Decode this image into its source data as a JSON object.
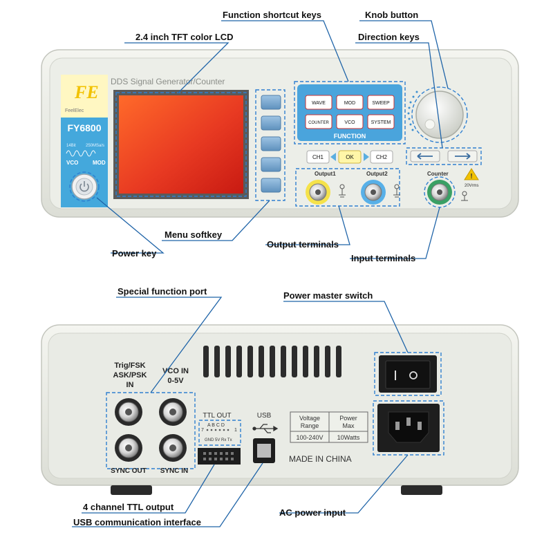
{
  "callouts": {
    "function_shortcut_keys": "Function shortcut keys",
    "knob_button": "Knob button",
    "lcd": "2.4 inch TFT color LCD",
    "direction_keys": "Direction keys",
    "menu_softkey": "Menu softkey",
    "output_terminals": "Output terminals",
    "power_key": "Power key",
    "input_terminals": "Input terminals",
    "special_function_port": "Special function port",
    "power_master_switch": "Power master switch",
    "ttl_output": "4 channel TTL output",
    "ac_power_input": "AC power input",
    "usb_interface": "USB communication interface"
  },
  "front_panel": {
    "brand_logo": "FE",
    "brand_name": "FeelElec",
    "model": "FY6800",
    "bits": "14Bit",
    "sample_rate": "250MSa/s",
    "vco": "VCO",
    "mod": "MOD",
    "title": "DDS Signal Generator/Counter",
    "buttons": {
      "wave": "WAVE",
      "mod": "MOD",
      "sweep": "SWEEP",
      "counter": "COUNTER",
      "vco": "VCO",
      "system": "SYSTEM",
      "function": "FUNCTION",
      "ch1": "CH1",
      "ok": "OK",
      "ch2": "CH2"
    },
    "output1": "Output1",
    "output2": "Output2",
    "counter": "Counter",
    "vrms": "20Vrms"
  },
  "rear_panel": {
    "trig_line1": "Trig/FSK",
    "trig_line2": "ASK/PSK",
    "trig_line3": "IN",
    "vco_line1": "VCO IN",
    "vco_line2": "0-5V",
    "sync_out": "SYNC OUT",
    "sync_in": "SYNC IN",
    "ttl_out": "TTL OUT",
    "ttl_letters": "A B C D",
    "ttl_pin7": "7",
    "ttl_pin1": "1",
    "ttl_pins": "GND 5V Rx Tx",
    "usb": "USB",
    "table": {
      "h1_line1": "Voltage",
      "h1_line2": "Range",
      "h2_line1": "Power",
      "h2_line2": "Max",
      "v1": "100-240V",
      "v2": "10Watts"
    },
    "made_in": "MADE IN CHINA"
  }
}
